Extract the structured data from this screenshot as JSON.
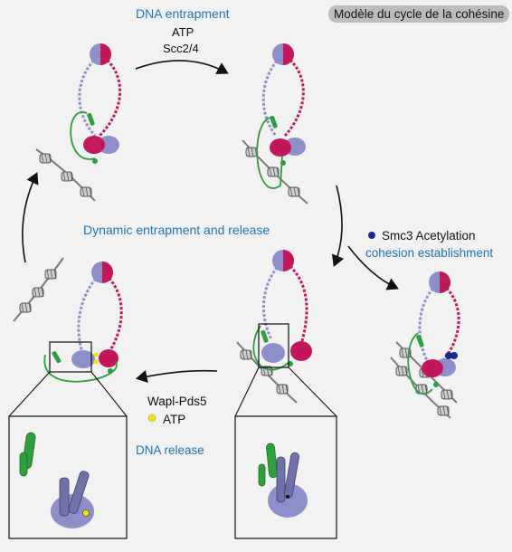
{
  "title": "Modèle du cycle de la cohésine",
  "steps": {
    "entrapment": {
      "heading": "DNA entrapment",
      "line1": "ATP",
      "line2": "Scc2/4"
    },
    "dynamic": {
      "heading": "Dynamic entrapment and release"
    },
    "acetylation": {
      "line1": "Smc3 Acetylation",
      "line2": "cohesion establishment"
    },
    "release": {
      "line1": "Wapl-Pds5",
      "line2": "ATP",
      "heading": "DNA release"
    }
  },
  "colors": {
    "background": "#f2f2f2",
    "smc1_magenta": "#c2185b",
    "smc3_lavender": "#8d8fc8",
    "kleisin_green": "#2e9e3e",
    "atp_yellow": "#f5e400",
    "acetyl_navy": "#1b2a8a",
    "label_blue": "#1f73b7",
    "dna_gray": "#7a7a7a"
  }
}
